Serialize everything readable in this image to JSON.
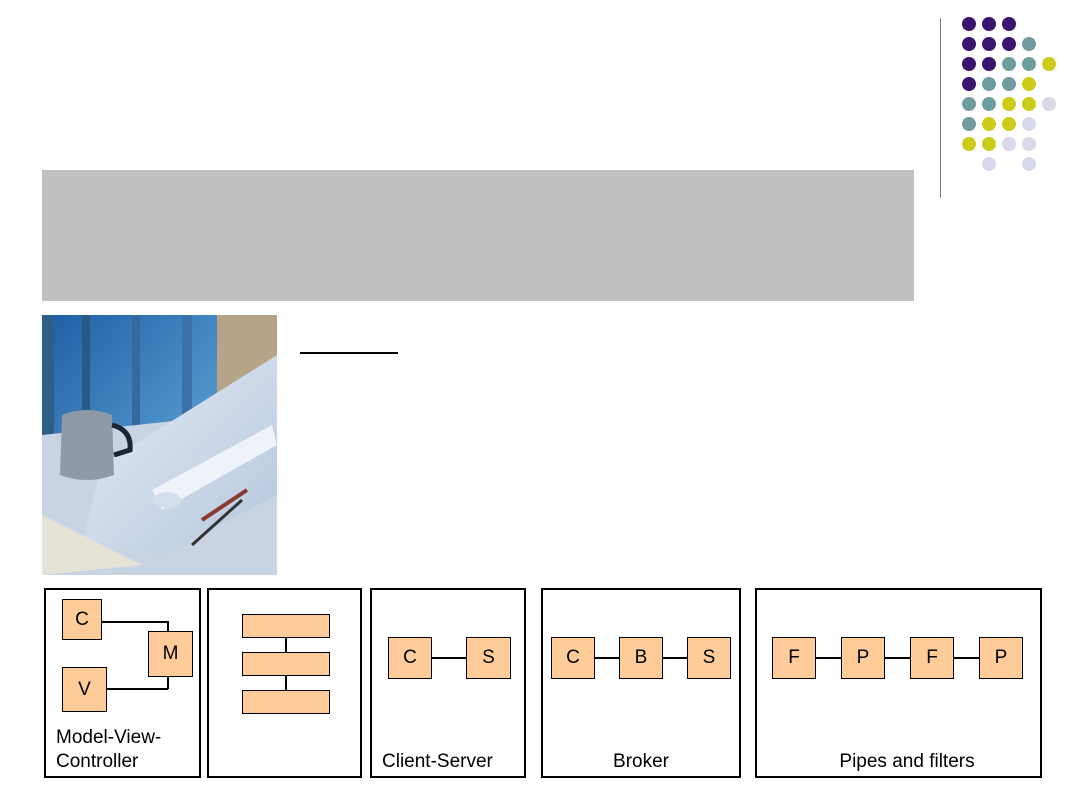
{
  "colors": {
    "purple": "#3b1470",
    "teal": "#6f9d9f",
    "olive": "#cccc1a",
    "lavender": "#d9d9ec",
    "node_fill": "#fdcc99",
    "band": "#c0c0c0"
  },
  "dots": [
    {
      "c": "purple"
    },
    {
      "c": "purple"
    },
    {
      "c": "purple"
    },
    {
      "c": "purple"
    },
    {
      "c": "purple"
    },
    {
      "c": "purple"
    },
    {
      "c": "teal"
    },
    {
      "c": "purple"
    },
    {
      "c": "purple"
    },
    {
      "c": "teal"
    },
    {
      "c": "teal"
    },
    {
      "c": "olive"
    },
    {
      "c": "purple"
    },
    {
      "c": "teal"
    },
    {
      "c": "teal"
    },
    {
      "c": "olive"
    },
    {
      "c": "teal"
    },
    {
      "c": "teal"
    },
    {
      "c": "olive"
    },
    {
      "c": "olive"
    },
    {
      "c": "lavender"
    },
    {
      "c": "teal"
    },
    {
      "c": "olive"
    },
    {
      "c": "olive"
    },
    {
      "c": "lavender"
    },
    {
      "c": "olive"
    },
    {
      "c": "olive"
    },
    {
      "c": "lavender"
    },
    {
      "c": "lavender"
    },
    {
      "c": "lavender"
    },
    {
      "c": "lavender"
    }
  ],
  "photo": {
    "icon": "blueprint-photo"
  },
  "panels": {
    "mvc": {
      "caption_line1": "Model-View-",
      "caption_line2": "Controller",
      "c": "C",
      "m": "M",
      "v": "V"
    },
    "layers": {
      "caption": ""
    },
    "client_server": {
      "caption": "Client-Server",
      "c": "C",
      "s": "S"
    },
    "broker": {
      "caption": "Broker",
      "c": "C",
      "b": "B",
      "s": "S"
    },
    "pipes": {
      "caption": "Pipes and filters",
      "f1": "F",
      "p1": "P",
      "f2": "F",
      "p2": "P"
    }
  }
}
